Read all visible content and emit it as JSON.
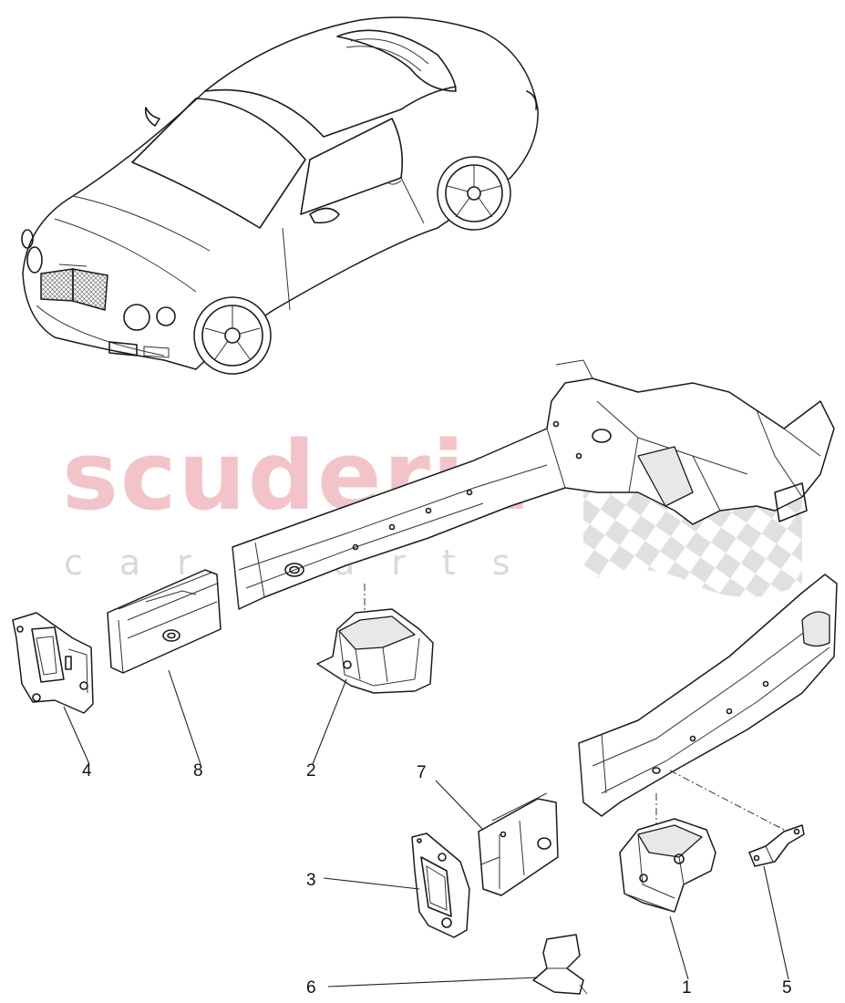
{
  "watermark": {
    "brand": "scuderia",
    "subtitle": "car parts",
    "brand_color": "#f2c4c9"
  },
  "callouts": [
    {
      "id": "1",
      "text": "1"
    },
    {
      "id": "2",
      "text": "2"
    },
    {
      "id": "3",
      "text": "3"
    },
    {
      "id": "4",
      "text": "4"
    },
    {
      "id": "5",
      "text": "5"
    },
    {
      "id": "6",
      "text": "6"
    },
    {
      "id": "7",
      "text": "7"
    },
    {
      "id": "8",
      "text": "8"
    }
  ]
}
